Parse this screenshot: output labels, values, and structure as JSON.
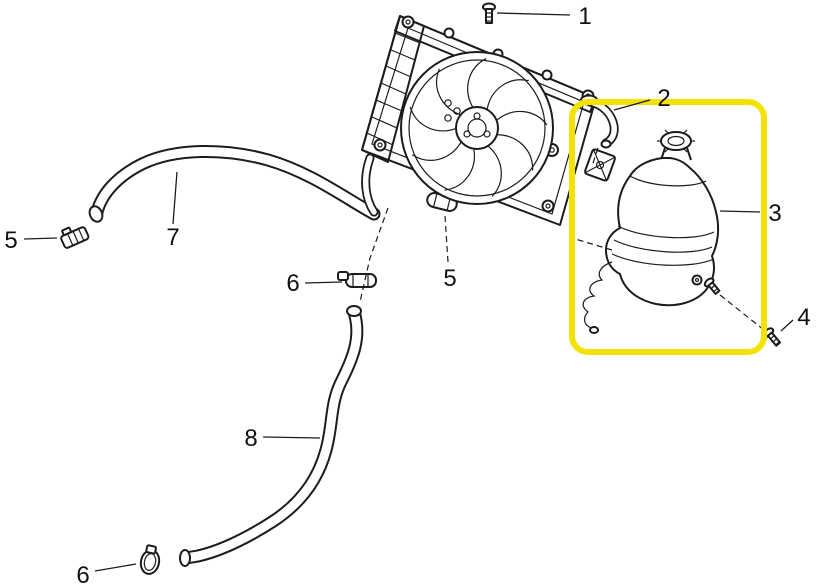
{
  "diagram": {
    "background_color": "#ffffff",
    "line_color": "#1c1c1c",
    "highlight_color": "#f2e205",
    "callouts": [
      {
        "label": "1"
      },
      {
        "label": "2"
      },
      {
        "label": "3"
      },
      {
        "label": "4"
      },
      {
        "label": "5"
      },
      {
        "label": "5"
      },
      {
        "label": "6"
      },
      {
        "label": "6"
      },
      {
        "label": "7"
      },
      {
        "label": "8"
      }
    ]
  }
}
